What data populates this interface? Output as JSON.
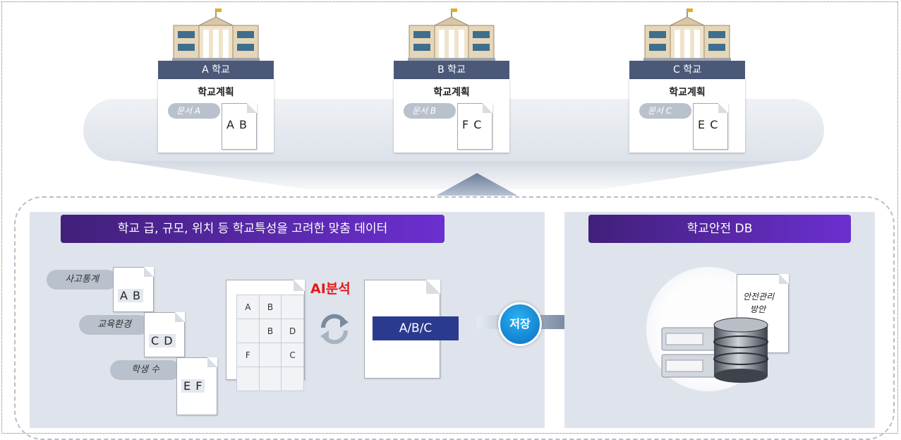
{
  "schools": [
    {
      "name": "A 학교",
      "plan": "학교계획",
      "doc_label": "문서 A",
      "letters": "A B"
    },
    {
      "name": "B 학교",
      "plan": "학교계획",
      "doc_label": "문서 B",
      "letters": "F C"
    },
    {
      "name": "C 학교",
      "plan": "학교계획",
      "doc_label": "문서 C",
      "letters": "E C"
    }
  ],
  "left_panel": {
    "title": "학교 급, 규모, 위치 등 학교특성을 고려한 맞춤 데이터",
    "inputs": [
      {
        "label": "사고통계",
        "letters": "A B"
      },
      {
        "label": "교육환경",
        "letters": "C D"
      },
      {
        "label": "학생 수",
        "letters": "E F"
      }
    ],
    "grid": [
      [
        "A",
        "B",
        ""
      ],
      [
        "",
        "B",
        "D"
      ],
      [
        "F",
        "",
        "C"
      ],
      [
        "",
        "",
        ""
      ]
    ],
    "ai_label": "AI분석",
    "result_label": "A/B/C"
  },
  "save_label": "저장",
  "right_panel": {
    "title": "학교안전 DB",
    "doc_text_line1": "안전관리",
    "doc_text_line2": "방안"
  },
  "colors": {
    "school_head": "#4b5878",
    "title_start": "#41207a",
    "title_end": "#6b2fd0",
    "ai": "#e01b1b",
    "save": "#0a8fe0"
  }
}
